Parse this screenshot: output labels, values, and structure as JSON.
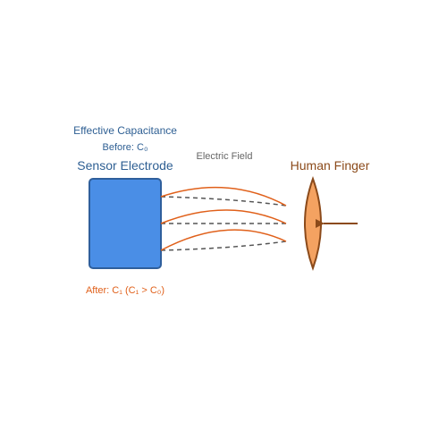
{
  "labels": {
    "effective_capacitance": "Effective Capacitance",
    "before": "Before: C₀",
    "sensor_electrode": "Sensor Electrode",
    "electric_field": "Electric Field",
    "human_finger": "Human Finger",
    "after": "After: C₁ (C₁ > C₀)"
  },
  "colors": {
    "electrode_fill": "#4a8ee6",
    "electrode_stroke": "#2f5f9c",
    "finger_fill": "#f4a261",
    "finger_stroke": "#8b4a1a",
    "field_line": "#e0601a",
    "baseline_dashed": "#555555",
    "arrow": "#8b4a1a"
  },
  "icons": {
    "finger_arrow": "arrow-left-icon"
  }
}
